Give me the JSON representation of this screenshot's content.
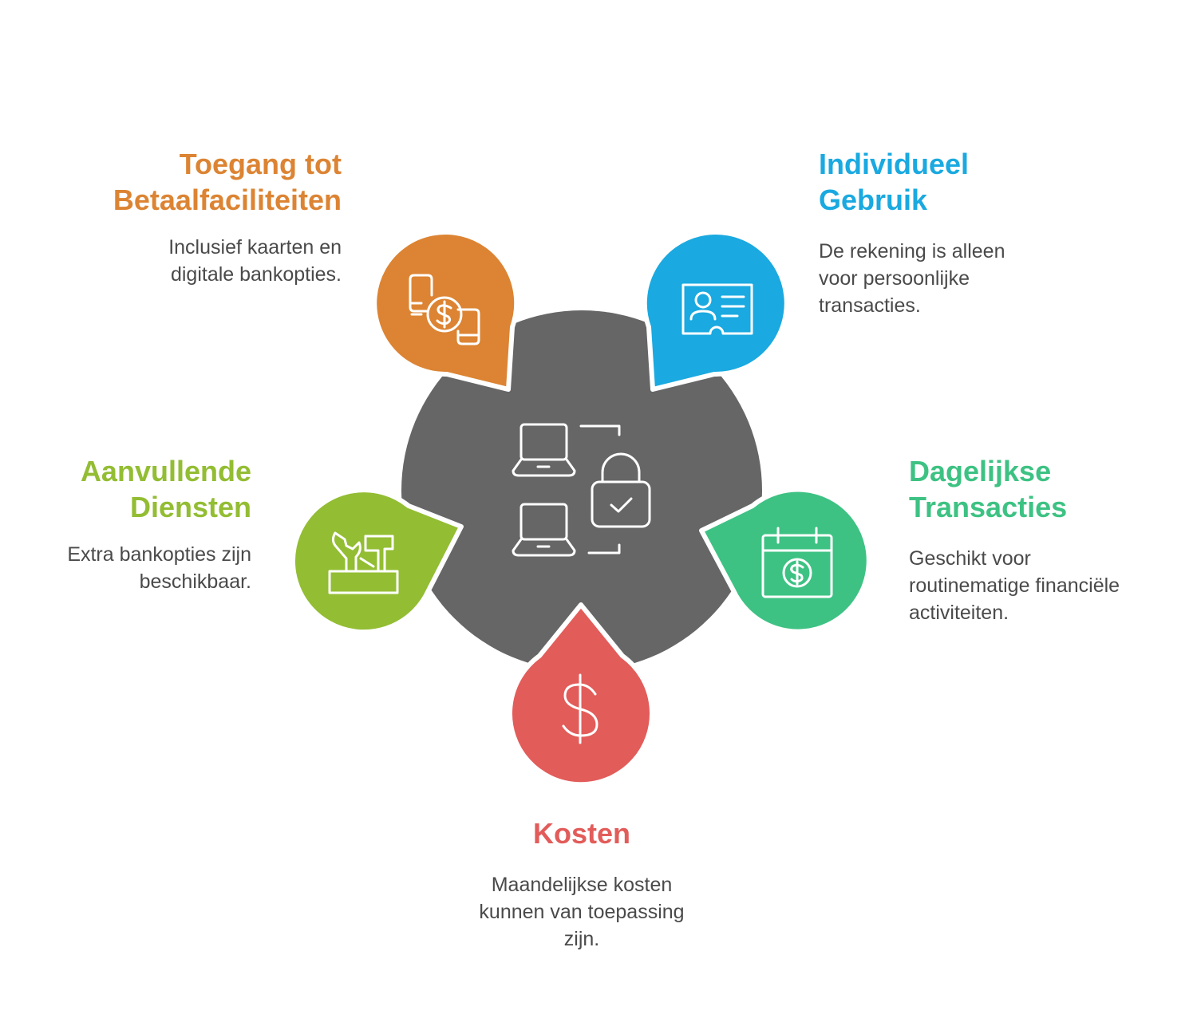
{
  "colors": {
    "center": "#666666",
    "payment": "#dc8433",
    "individual": "#1aa9e0",
    "extra": "#93bd33",
    "daily": "#3dc283",
    "costs": "#e25c5a"
  },
  "items": {
    "payment": {
      "title": "Toegang tot\nBetaalfaciliteiten",
      "text": "Inclusief kaarten en\ndigitale bankopties.",
      "icon": "mobile-payment-icon"
    },
    "individual": {
      "title": "Individueel\nGebruik",
      "text": "De rekening is alleen\nvoor persoonlijke\ntransacties.",
      "icon": "id-card-icon"
    },
    "extra": {
      "title": "Aanvullende\nDiensten",
      "text": "Extra bankopties zijn\nbeschikbaar.",
      "icon": "toolbox-icon"
    },
    "daily": {
      "title": "Dagelijkse\nTransacties",
      "text": "Geschikt voor\nroutinematige financiële\nactiviteiten.",
      "icon": "calendar-dollar-icon"
    },
    "costs": {
      "title": "Kosten",
      "text": "Maandelijkse kosten\nkunnen van toepassing\nzijn.",
      "icon": "dollar-icon"
    }
  },
  "center": {
    "icon": "secure-laptops-icon"
  }
}
